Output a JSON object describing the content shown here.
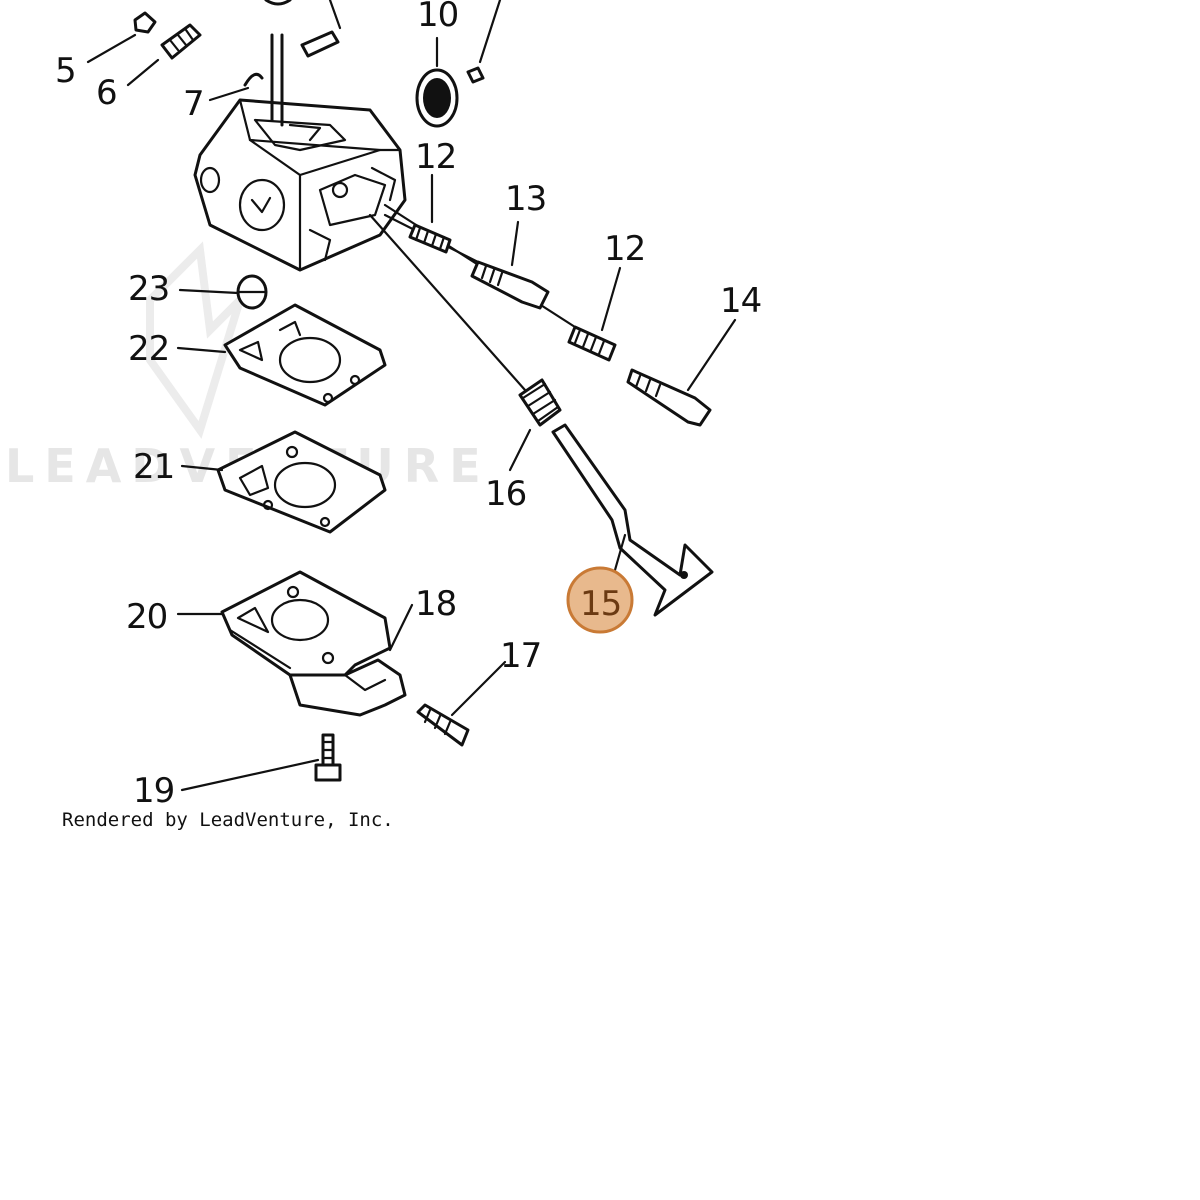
{
  "watermark": {
    "text": "LEADVENTURE"
  },
  "callouts": [
    {
      "id": "5",
      "label": "5"
    },
    {
      "id": "6",
      "label": "6"
    },
    {
      "id": "7",
      "label": "7"
    },
    {
      "id": "10",
      "label": "10"
    },
    {
      "id": "12a",
      "label": "12"
    },
    {
      "id": "13",
      "label": "13"
    },
    {
      "id": "12b",
      "label": "12"
    },
    {
      "id": "14",
      "label": "14"
    },
    {
      "id": "23",
      "label": "23"
    },
    {
      "id": "22",
      "label": "22"
    },
    {
      "id": "21",
      "label": "21"
    },
    {
      "id": "16",
      "label": "16"
    },
    {
      "id": "15",
      "label": "15",
      "highlighted": true
    },
    {
      "id": "20",
      "label": "20"
    },
    {
      "id": "18",
      "label": "18"
    },
    {
      "id": "17",
      "label": "17"
    },
    {
      "id": "19",
      "label": "19"
    }
  ],
  "credit": "Rendered by LeadVenture, Inc.",
  "colors": {
    "highlight_fill": "#e8b98d",
    "highlight_stroke": "#c97a35",
    "line": "#111111"
  }
}
